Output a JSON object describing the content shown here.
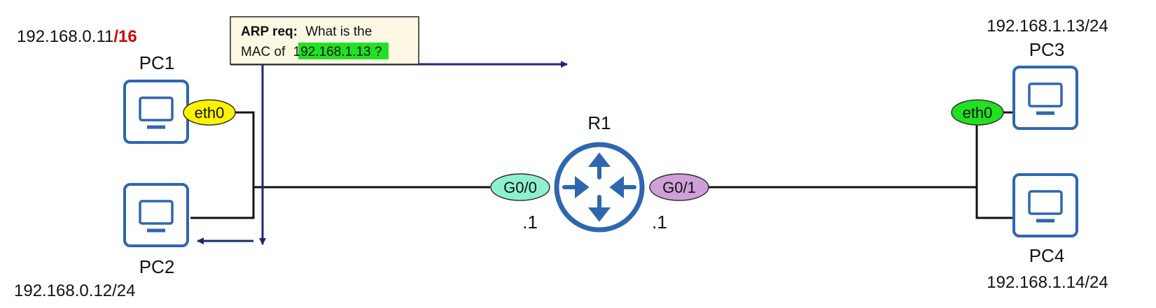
{
  "colors": {
    "device_outline": "#2e66b0",
    "link_line": "#111111",
    "arrow": "#1e2a6e",
    "eth0_pc1_fill": "#fff200",
    "eth0_pc3_fill": "#22e022",
    "g00_fill": "#8ff0d0",
    "g01_fill": "#cfa0d8",
    "note_bg": "#fdf8e4",
    "ip_highlight": "#22e022",
    "mask_red": "#d10000"
  },
  "devices": {
    "pc1": {
      "name": "PC1",
      "ip_addr": "192.168.0.11",
      "ip_mask": "/16",
      "icon": "computer-icon"
    },
    "pc2": {
      "name": "PC2",
      "ip": "192.168.0.12/24",
      "icon": "computer-icon"
    },
    "pc3": {
      "name": "PC3",
      "ip": "192.168.1.13/24",
      "icon": "computer-icon"
    },
    "pc4": {
      "name": "PC4",
      "ip": "192.168.1.14/24",
      "icon": "computer-icon"
    },
    "r1": {
      "name": "R1",
      "icon": "router-icon"
    }
  },
  "interfaces": {
    "pc1_eth0": "eth0",
    "pc3_eth0": "eth0",
    "r1_g00": "G0/0",
    "r1_g01": "G0/1",
    "r1_g00_host": ".1",
    "r1_g01_host": ".1"
  },
  "arp_note": {
    "bold_label": "ARP req:",
    "text_line1": "What is the",
    "text_line2_prefix": "MAC of",
    "highlighted_ip": "192.168.1.13",
    "text_line2_suffix": "?"
  }
}
